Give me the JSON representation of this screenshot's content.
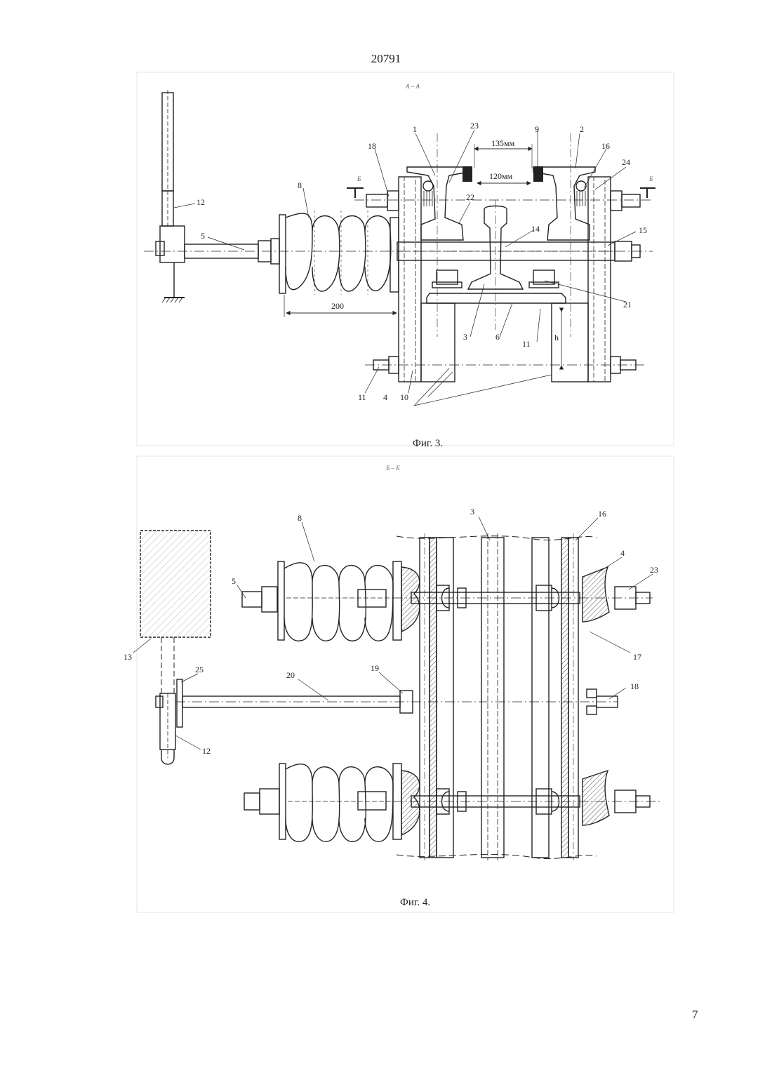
{
  "header": {
    "doc_number": "20791"
  },
  "footer": {
    "page": "7"
  },
  "fig3": {
    "section_mark": "А – А",
    "caption": "Фиг. 3.",
    "dims": {
      "top": "135мм",
      "inner": "120мм",
      "width": "200",
      "height": "h"
    },
    "cut_marker": "Б",
    "labels": {
      "l1": "1",
      "l2": "2",
      "l3": "3",
      "l4": "4",
      "l5": "5",
      "l6": "6",
      "l8": "8",
      "l9": "9",
      "l10": "10",
      "l11a": "11",
      "l11b": "11",
      "l12": "12",
      "l14": "14",
      "l15": "15",
      "l16": "16",
      "l18": "18",
      "l21": "21",
      "l22": "22",
      "l23": "23",
      "l24": "24"
    }
  },
  "fig4": {
    "section_mark": "Б – Б",
    "caption": "Фиг. 4.",
    "labels": {
      "l3": "3",
      "l4": "4",
      "l5": "5",
      "l8": "8",
      "l12": "12",
      "l13": "13",
      "l16": "16",
      "l17": "17",
      "l18": "18",
      "l19": "19",
      "l20": "20",
      "l23": "23",
      "l25": "25"
    }
  }
}
